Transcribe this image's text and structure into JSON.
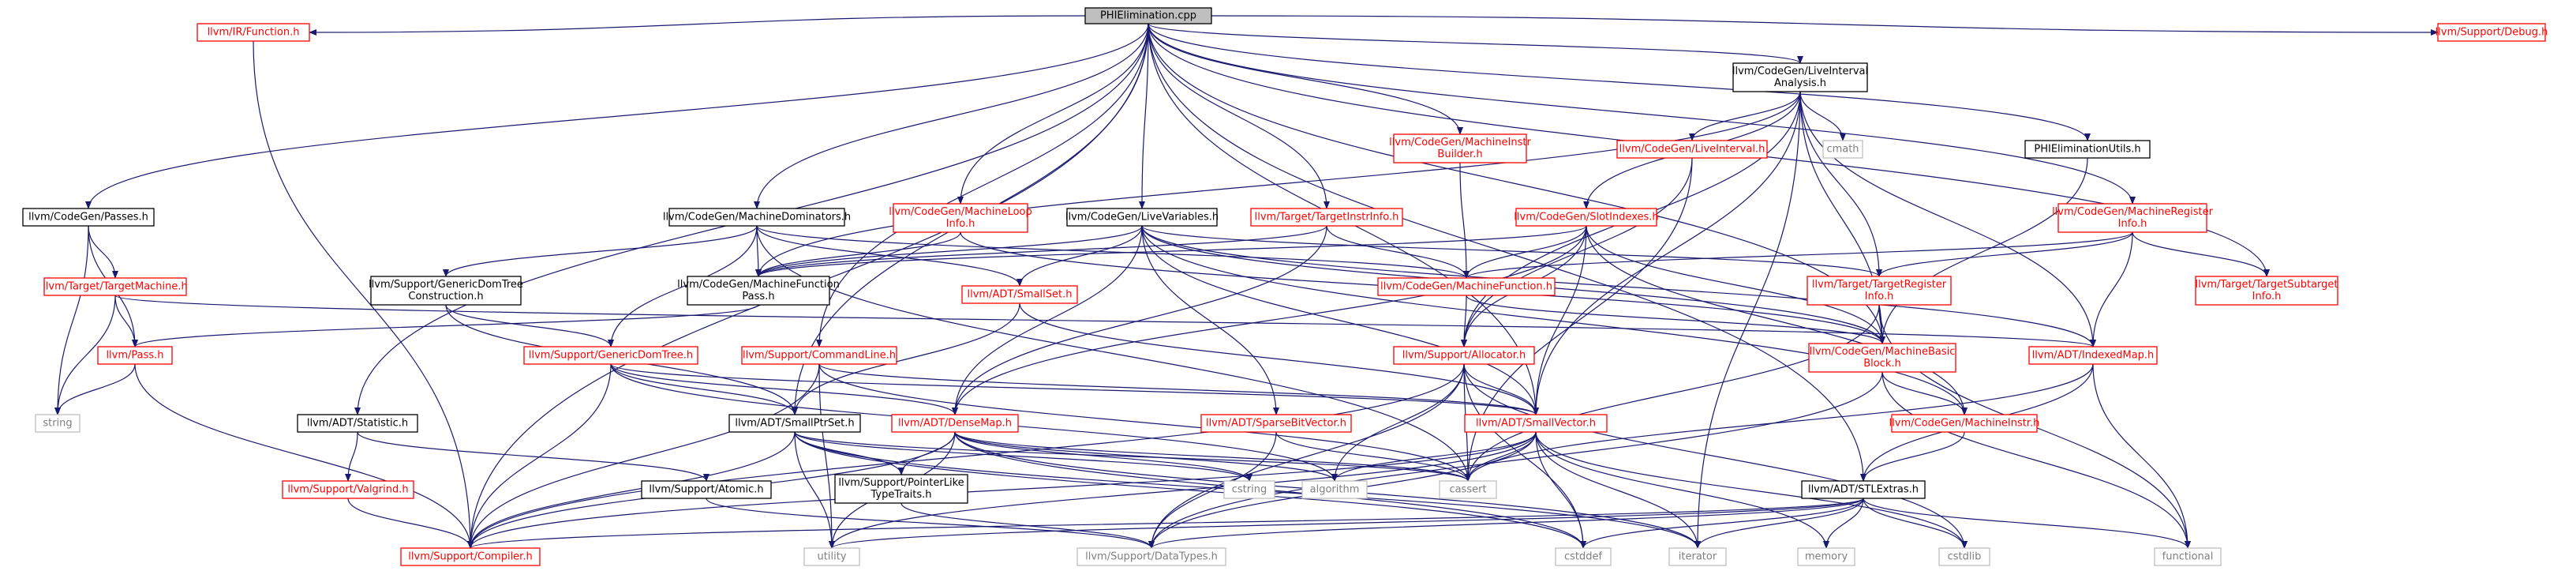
{
  "diagram": {
    "title": "PHIElimination.cpp",
    "colors": {
      "root_fill": "#bfbfbf",
      "documented_border": "#000000",
      "undocumented_border": "#ff0000",
      "external_border": "#bfbfbf",
      "external_text": "#7f7f7f",
      "edge": "#191970"
    },
    "nodes": [
      {
        "id": "root",
        "lines": [
          "PHIElimination.cpp"
        ],
        "kind": "root"
      },
      {
        "id": "irfunction",
        "lines": [
          "llvm/IR/Function.h"
        ],
        "kind": "red"
      },
      {
        "id": "debug",
        "lines": [
          "llvm/Support/Debug.h"
        ],
        "kind": "red"
      },
      {
        "id": "liveintervalanalysis",
        "lines": [
          "llvm/CodeGen/LiveInterval",
          "Analysis.h"
        ],
        "kind": "black"
      },
      {
        "id": "cmath",
        "lines": [
          "cmath"
        ],
        "kind": "gray"
      },
      {
        "id": "liveinterval",
        "lines": [
          "llvm/CodeGen/LiveInterval.h"
        ],
        "kind": "red"
      },
      {
        "id": "machineinstrbuilder",
        "lines": [
          "llvm/CodeGen/MachineInstr",
          "Builder.h"
        ],
        "kind": "red"
      },
      {
        "id": "phieliminationutils",
        "lines": [
          "PHIEliminationUtils.h"
        ],
        "kind": "black"
      },
      {
        "id": "passes",
        "lines": [
          "llvm/CodeGen/Passes.h"
        ],
        "kind": "black"
      },
      {
        "id": "machinedominators",
        "lines": [
          "llvm/CodeGen/MachineDominators.h"
        ],
        "kind": "black"
      },
      {
        "id": "machineloopinfo",
        "lines": [
          "llvm/CodeGen/MachineLoop",
          "Info.h"
        ],
        "kind": "red"
      },
      {
        "id": "livevariables",
        "lines": [
          "llvm/CodeGen/LiveVariables.h"
        ],
        "kind": "black"
      },
      {
        "id": "targetinstrinfo",
        "lines": [
          "llvm/Target/TargetInstrInfo.h"
        ],
        "kind": "red"
      },
      {
        "id": "slotindexes",
        "lines": [
          "llvm/CodeGen/SlotIndexes.h"
        ],
        "kind": "red"
      },
      {
        "id": "machineregisterinfo",
        "lines": [
          "llvm/CodeGen/MachineRegister",
          "Info.h"
        ],
        "kind": "red"
      },
      {
        "id": "targetsubtargetinfo",
        "lines": [
          "llvm/Target/TargetSubtarget",
          "Info.h"
        ],
        "kind": "red"
      },
      {
        "id": "targetmachine",
        "lines": [
          "llvm/Target/TargetMachine.h"
        ],
        "kind": "red"
      },
      {
        "id": "genericdomtreeconstruction",
        "lines": [
          "llvm/Support/GenericDomTree",
          "Construction.h"
        ],
        "kind": "black"
      },
      {
        "id": "machinefunctionpass",
        "lines": [
          "llvm/CodeGen/MachineFunction",
          "Pass.h"
        ],
        "kind": "black"
      },
      {
        "id": "smallset",
        "lines": [
          "llvm/ADT/SmallSet.h"
        ],
        "kind": "red"
      },
      {
        "id": "machinefunction",
        "lines": [
          "llvm/CodeGen/MachineFunction.h"
        ],
        "kind": "red"
      },
      {
        "id": "targetregisterinfo",
        "lines": [
          "llvm/Target/TargetRegister",
          "Info.h"
        ],
        "kind": "red"
      },
      {
        "id": "pass",
        "lines": [
          "llvm/Pass.h"
        ],
        "kind": "red"
      },
      {
        "id": "genericdomtree",
        "lines": [
          "llvm/Support/GenericDomTree.h"
        ],
        "kind": "red"
      },
      {
        "id": "commandline",
        "lines": [
          "llvm/Support/CommandLine.h"
        ],
        "kind": "red"
      },
      {
        "id": "allocator",
        "lines": [
          "llvm/Support/Allocator.h"
        ],
        "kind": "red"
      },
      {
        "id": "machinebasicblock",
        "lines": [
          "llvm/CodeGen/MachineBasic",
          "Block.h"
        ],
        "kind": "red"
      },
      {
        "id": "indexedmap",
        "lines": [
          "llvm/ADT/IndexedMap.h"
        ],
        "kind": "red"
      },
      {
        "id": "string",
        "lines": [
          "string"
        ],
        "kind": "gray"
      },
      {
        "id": "statistic",
        "lines": [
          "llvm/ADT/Statistic.h"
        ],
        "kind": "black"
      },
      {
        "id": "smallptrset",
        "lines": [
          "llvm/ADT/SmallPtrSet.h"
        ],
        "kind": "black"
      },
      {
        "id": "densemap",
        "lines": [
          "llvm/ADT/DenseMap.h"
        ],
        "kind": "red"
      },
      {
        "id": "sparsebitvector",
        "lines": [
          "llvm/ADT/SparseBitVector.h"
        ],
        "kind": "red"
      },
      {
        "id": "smallvector",
        "lines": [
          "llvm/ADT/SmallVector.h"
        ],
        "kind": "red"
      },
      {
        "id": "machineinstr",
        "lines": [
          "llvm/CodeGen/MachineInstr.h"
        ],
        "kind": "red"
      },
      {
        "id": "valgrind",
        "lines": [
          "llvm/Support/Valgrind.h"
        ],
        "kind": "red"
      },
      {
        "id": "atomic",
        "lines": [
          "llvm/Support/Atomic.h"
        ],
        "kind": "black"
      },
      {
        "id": "pointerliketypetraits",
        "lines": [
          "llvm/Support/PointerLike",
          "TypeTraits.h"
        ],
        "kind": "black"
      },
      {
        "id": "cstring",
        "lines": [
          "cstring"
        ],
        "kind": "gray"
      },
      {
        "id": "algorithm",
        "lines": [
          "algorithm"
        ],
        "kind": "gray"
      },
      {
        "id": "cassert",
        "lines": [
          "cassert"
        ],
        "kind": "gray"
      },
      {
        "id": "stlextras",
        "lines": [
          "llvm/ADT/STLExtras.h"
        ],
        "kind": "black"
      },
      {
        "id": "compiler",
        "lines": [
          "llvm/Support/Compiler.h"
        ],
        "kind": "red"
      },
      {
        "id": "utility",
        "lines": [
          "utility"
        ],
        "kind": "gray"
      },
      {
        "id": "datatypes",
        "lines": [
          "llvm/Support/DataTypes.h"
        ],
        "kind": "gray"
      },
      {
        "id": "cstddef",
        "lines": [
          "cstddef"
        ],
        "kind": "gray"
      },
      {
        "id": "iterator",
        "lines": [
          "iterator"
        ],
        "kind": "gray"
      },
      {
        "id": "memory",
        "lines": [
          "memory"
        ],
        "kind": "gray"
      },
      {
        "id": "cstdlib",
        "lines": [
          "cstdlib"
        ],
        "kind": "gray"
      },
      {
        "id": "functional",
        "lines": [
          "functional"
        ],
        "kind": "gray"
      }
    ],
    "edges": [
      [
        "root",
        "irfunction"
      ],
      [
        "root",
        "debug"
      ],
      [
        "root",
        "liveintervalanalysis"
      ],
      [
        "root",
        "machineinstrbuilder"
      ],
      [
        "root",
        "phieliminationutils"
      ],
      [
        "root",
        "passes"
      ],
      [
        "root",
        "machinedominators"
      ],
      [
        "root",
        "machineloopinfo"
      ],
      [
        "root",
        "livevariables"
      ],
      [
        "root",
        "targetinstrinfo"
      ],
      [
        "root",
        "machineregisterinfo"
      ],
      [
        "root",
        "targetsubtargetinfo"
      ],
      [
        "root",
        "statistic"
      ],
      [
        "root",
        "smallptrset"
      ],
      [
        "root",
        "compiler"
      ],
      [
        "root",
        "stlextras"
      ],
      [
        "root",
        "commandline"
      ],
      [
        "root",
        "machinebasicblock"
      ],
      [
        "root",
        "smallvector"
      ],
      [
        "irfunction",
        "compiler"
      ],
      [
        "liveintervalanalysis",
        "cmath"
      ],
      [
        "liveintervalanalysis",
        "liveinterval"
      ],
      [
        "liveintervalanalysis",
        "slotindexes"
      ],
      [
        "liveintervalanalysis",
        "machinefunctionpass"
      ],
      [
        "liveintervalanalysis",
        "targetregisterinfo"
      ],
      [
        "liveintervalanalysis",
        "machinebasicblock"
      ],
      [
        "liveintervalanalysis",
        "indexedmap"
      ],
      [
        "liveintervalanalysis",
        "allocator"
      ],
      [
        "liveintervalanalysis",
        "smallvector"
      ],
      [
        "liveintervalanalysis",
        "iterator"
      ],
      [
        "liveinterval",
        "cassert"
      ],
      [
        "liveinterval",
        "allocator"
      ],
      [
        "slotindexes",
        "machinefunctionpass"
      ],
      [
        "slotindexes",
        "machinefunction"
      ],
      [
        "slotindexes",
        "densemap"
      ],
      [
        "slotindexes",
        "allocator"
      ],
      [
        "slotindexes",
        "smallvector"
      ],
      [
        "slotindexes",
        "machinebasicblock"
      ],
      [
        "slotindexes",
        "machineinstr"
      ],
      [
        "machineinstrbuilder",
        "machinefunction"
      ],
      [
        "phieliminationutils",
        "machinebasicblock"
      ],
      [
        "passes",
        "pass"
      ],
      [
        "passes",
        "targetmachine"
      ],
      [
        "passes",
        "string"
      ],
      [
        "targetmachine",
        "pass"
      ],
      [
        "targetmachine",
        "string"
      ],
      [
        "targetmachine",
        "indexedmap"
      ],
      [
        "pass",
        "string"
      ],
      [
        "pass",
        "compiler"
      ],
      [
        "machinedominators",
        "machinefunctionpass"
      ],
      [
        "machinedominators",
        "genericdomtree"
      ],
      [
        "machinedominators",
        "genericdomtreeconstruction"
      ],
      [
        "machinedominators",
        "smallset"
      ],
      [
        "machinedominators",
        "machinefunction"
      ],
      [
        "machinedominators",
        "cassert"
      ],
      [
        "genericdomtreeconstruction",
        "smallptrset"
      ],
      [
        "genericdomtreeconstruction",
        "genericdomtree"
      ],
      [
        "machinefunctionpass",
        "pass"
      ],
      [
        "genericdomtree",
        "smallptrset"
      ],
      [
        "genericdomtree",
        "smallvector"
      ],
      [
        "genericdomtree",
        "densemap"
      ],
      [
        "genericdomtree",
        "compiler"
      ],
      [
        "genericdomtree",
        "algorithm"
      ],
      [
        "machineloopinfo",
        "machinefunctionpass"
      ],
      [
        "machineloopinfo",
        "machinebasicblock"
      ],
      [
        "livevariables",
        "machinefunctionpass"
      ],
      [
        "livevariables",
        "smallset"
      ],
      [
        "livevariables",
        "densemap"
      ],
      [
        "livevariables",
        "sparsebitvector"
      ],
      [
        "livevariables",
        "smallvector"
      ],
      [
        "livevariables",
        "indexedmap"
      ],
      [
        "livevariables",
        "targetregisterinfo"
      ],
      [
        "livevariables",
        "machinebasicblock"
      ],
      [
        "livevariables",
        "machineinstr"
      ],
      [
        "targetinstrinfo",
        "machinefunction"
      ],
      [
        "targetinstrinfo",
        "densemap"
      ],
      [
        "targetinstrinfo",
        "machinefunctionpass"
      ],
      [
        "smallset",
        "smallptrset"
      ],
      [
        "smallset",
        "smallvector"
      ],
      [
        "machinefunction",
        "allocator"
      ],
      [
        "machinefunction",
        "machinebasicblock"
      ],
      [
        "allocator",
        "cassert"
      ],
      [
        "allocator",
        "smallvector"
      ],
      [
        "allocator",
        "cstddef"
      ],
      [
        "allocator",
        "cstdlib"
      ],
      [
        "allocator",
        "compiler"
      ],
      [
        "allocator",
        "datatypes"
      ],
      [
        "allocator",
        "algorithm"
      ],
      [
        "machineregisterinfo",
        "targetregisterinfo"
      ],
      [
        "machineregisterinfo",
        "indexedmap"
      ],
      [
        "machineregisterinfo",
        "machinefunction"
      ],
      [
        "machineregisterinfo",
        "targetsubtargetinfo"
      ],
      [
        "targetregisterinfo",
        "machinebasicblock"
      ],
      [
        "targetregisterinfo",
        "cassert"
      ],
      [
        "targetregisterinfo",
        "functional"
      ],
      [
        "machinebasicblock",
        "machineinstr"
      ],
      [
        "machinebasicblock",
        "functional"
      ],
      [
        "machinebasicblock",
        "datatypes"
      ],
      [
        "indexedmap",
        "stlextras"
      ],
      [
        "indexedmap",
        "cassert"
      ],
      [
        "indexedmap",
        "functional"
      ],
      [
        "commandline",
        "smallvector"
      ],
      [
        "commandline",
        "compiler"
      ],
      [
        "commandline",
        "cassert"
      ],
      [
        "commandline",
        "utility"
      ],
      [
        "statistic",
        "valgrind"
      ],
      [
        "statistic",
        "atomic"
      ],
      [
        "valgrind",
        "compiler"
      ],
      [
        "atomic",
        "datatypes"
      ],
      [
        "smallptrset",
        "compiler"
      ],
      [
        "smallptrset",
        "pointerliketypetraits"
      ],
      [
        "smallptrset",
        "cassert"
      ],
      [
        "smallptrset",
        "cstring"
      ],
      [
        "smallptrset",
        "cstddef"
      ],
      [
        "smallptrset",
        "iterator"
      ],
      [
        "smallptrset",
        "utility"
      ],
      [
        "densemap",
        "pointerliketypetraits"
      ],
      [
        "densemap",
        "compiler"
      ],
      [
        "densemap",
        "algorithm"
      ],
      [
        "densemap",
        "cassert"
      ],
      [
        "densemap",
        "cstddef"
      ],
      [
        "densemap",
        "iterator"
      ],
      [
        "densemap",
        "utility"
      ],
      [
        "densemap",
        "cstring"
      ],
      [
        "sparsebitvector",
        "cassert"
      ],
      [
        "sparsebitvector",
        "datatypes"
      ],
      [
        "smallvector",
        "algorithm"
      ],
      [
        "smallvector",
        "cassert"
      ],
      [
        "smallvector",
        "cstddef"
      ],
      [
        "smallvector",
        "cstdlib"
      ],
      [
        "smallvector",
        "compiler"
      ],
      [
        "smallvector",
        "iterator"
      ],
      [
        "smallvector",
        "memory"
      ],
      [
        "smallvector",
        "datatypes"
      ],
      [
        "smallvector",
        "utility"
      ],
      [
        "pointerliketypetraits",
        "datatypes"
      ],
      [
        "machineinstr",
        "stlextras"
      ],
      [
        "stlextras",
        "compiler"
      ],
      [
        "stlextras",
        "utility"
      ],
      [
        "stlextras",
        "cstddef"
      ],
      [
        "stlextras",
        "cstdlib"
      ],
      [
        "stlextras",
        "functional"
      ],
      [
        "stlextras",
        "iterator"
      ],
      [
        "stlextras",
        "memory"
      ],
      [
        "stlextras",
        "datatypes"
      ]
    ]
  }
}
